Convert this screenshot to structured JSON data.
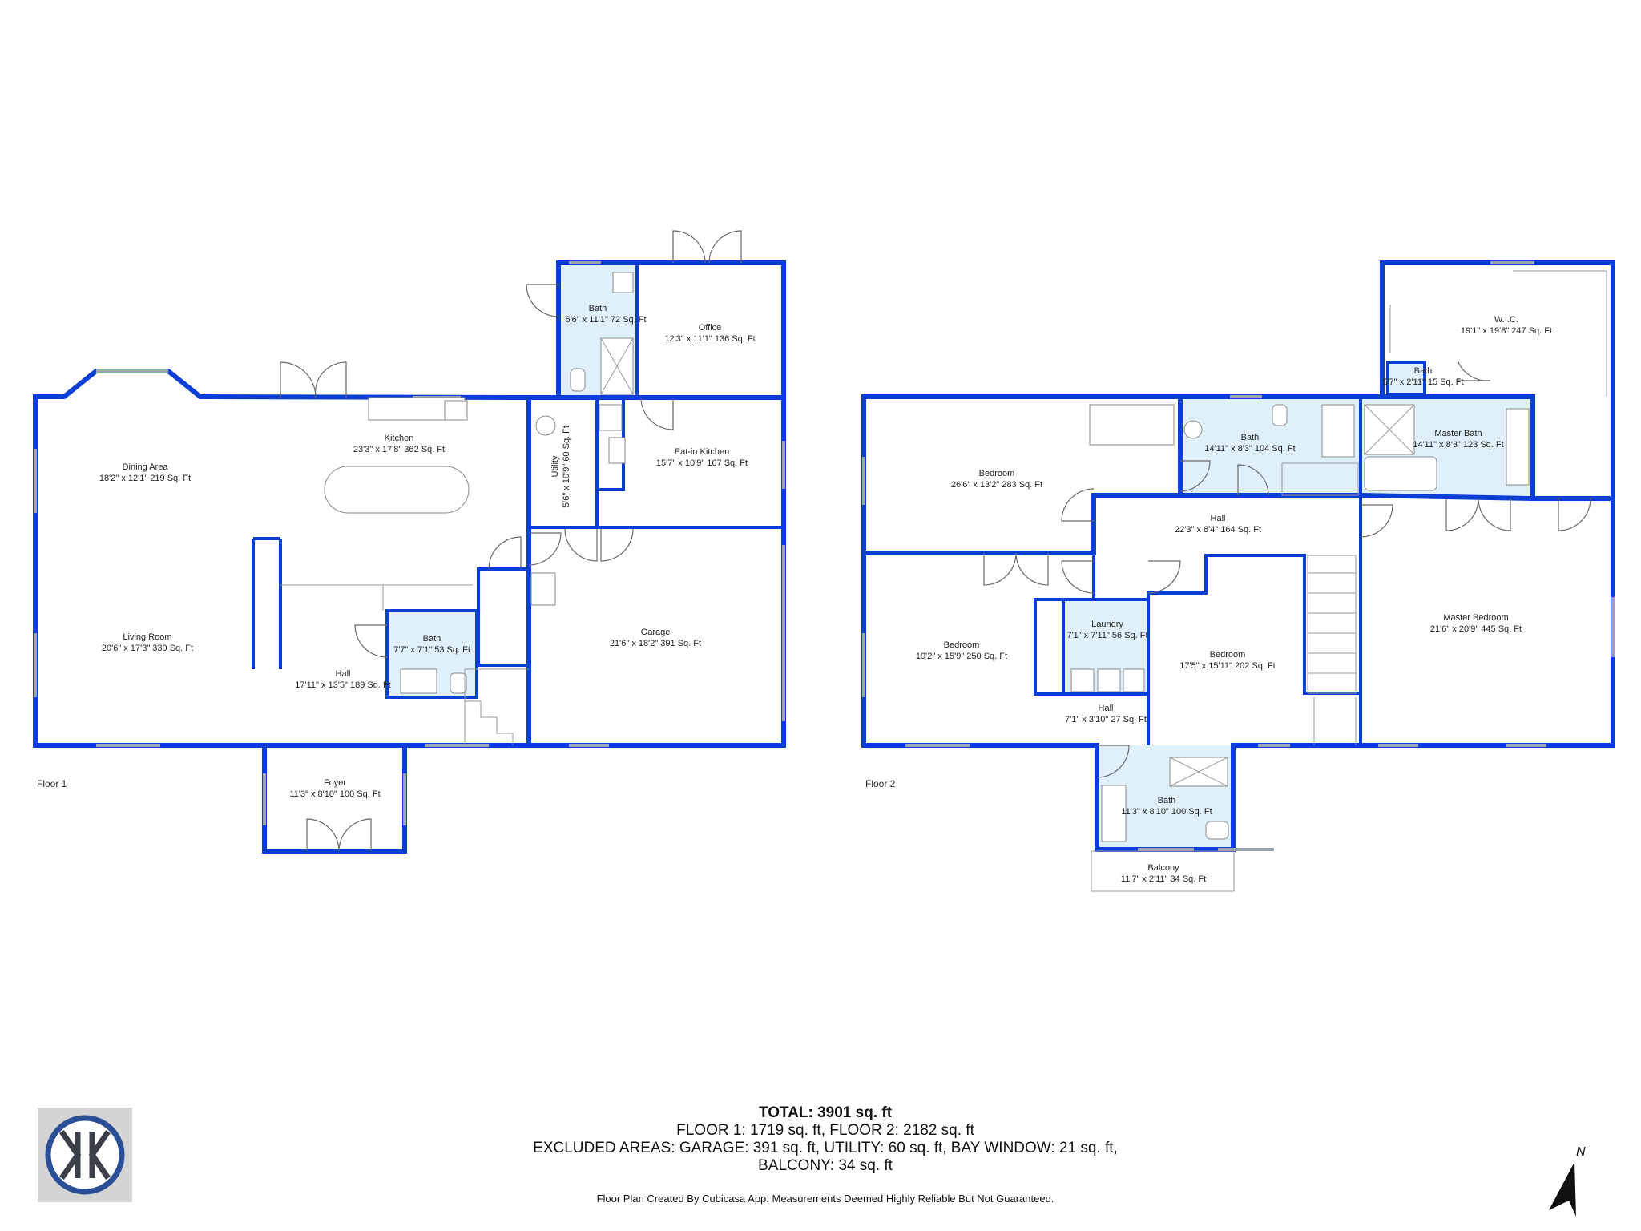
{
  "floors": [
    {
      "key": "floor1",
      "label": "Floor 1"
    },
    {
      "key": "floor2",
      "label": "Floor 2"
    }
  ],
  "rooms": {
    "f1_bath_upper": {
      "name": "Bath",
      "dims": "6'6\" x 11'1\" 72 Sq. Ft"
    },
    "f1_office": {
      "name": "Office",
      "dims": "12'3\" x 11'1\" 136 Sq. Ft"
    },
    "f1_dining": {
      "name": "Dining Area",
      "dims": "18'2\" x 12'1\" 219 Sq. Ft"
    },
    "f1_kitchen": {
      "name": "Kitchen",
      "dims": "23'3\" x 17'8\" 362 Sq. Ft"
    },
    "f1_utility": {
      "name": "Utility",
      "dims": "5'6\" x 10'9\" 60 Sq. Ft"
    },
    "f1_eatin": {
      "name": "Eat-in Kitchen",
      "dims": "15'7\" x 10'9\" 167 Sq. Ft"
    },
    "f1_living": {
      "name": "Living Room",
      "dims": "20'6\" x 17'3\" 339 Sq. Ft"
    },
    "f1_bath_lower": {
      "name": "Bath",
      "dims": "7'7\" x 7'1\" 53 Sq. Ft"
    },
    "f1_hall": {
      "name": "Hall",
      "dims": "17'11\" x 13'5\" 189 Sq. Ft"
    },
    "f1_garage": {
      "name": "Garage",
      "dims": "21'6\" x 18'2\" 391 Sq. Ft"
    },
    "f1_foyer": {
      "name": "Foyer",
      "dims": "11'3\" x 8'10\" 100 Sq. Ft"
    },
    "f2_wic": {
      "name": "W.I.C.",
      "dims": "19'1\" x 19'8\" 247 Sq. Ft"
    },
    "f2_bath_small": {
      "name": "Bath",
      "dims": "5'7\" x 2'11\" 15 Sq. Ft"
    },
    "f2_bedroom_a": {
      "name": "Bedroom",
      "dims": "26'6\" x 13'2\" 283 Sq. Ft"
    },
    "f2_bath_mid": {
      "name": "Bath",
      "dims": "14'11\" x 8'3\" 104 Sq. Ft"
    },
    "f2_master_bath": {
      "name": "Master Bath",
      "dims": "14'11\" x 8'3\" 123 Sq. Ft"
    },
    "f2_hall_main": {
      "name": "Hall",
      "dims": "22'3\" x 8'4\" 164 Sq. Ft"
    },
    "f2_laundry": {
      "name": "Laundry",
      "dims": "7'1\" x 7'11\" 56 Sq. Ft"
    },
    "f2_bedroom_b": {
      "name": "Bedroom",
      "dims": "19'2\" x 15'9\" 250 Sq. Ft"
    },
    "f2_bedroom_c": {
      "name": "Bedroom",
      "dims": "17'5\" x 15'11\" 202 Sq. Ft"
    },
    "f2_master_bedroom": {
      "name": "Master Bedroom",
      "dims": "21'6\" x 20'9\" 445 Sq. Ft"
    },
    "f2_hall_small": {
      "name": "Hall",
      "dims": "7'1\" x 3'10\" 27 Sq. Ft"
    },
    "f2_bath_lower": {
      "name": "Bath",
      "dims": "11'3\" x 8'10\" 100 Sq. Ft"
    },
    "f2_balcony": {
      "name": "Balcony",
      "dims": "11'7\" x 2'11\" 34 Sq. Ft"
    }
  },
  "summary": {
    "total": "TOTAL: 3901 sq. ft",
    "floors": "FLOOR 1: 1719 sq. ft, FLOOR 2: 2182 sq. ft",
    "excluded": "EXCLUDED AREAS: GARAGE: 391 sq. ft, UTILITY: 60 sq. ft, BAY WINDOW: 21 sq. ft,",
    "balcony": "BALCONY: 34 sq. ft"
  },
  "disclaimer": "Floor Plan Created By Cubicasa App. Measurements Deemed Highly Reliable But Not Guaranteed.",
  "compass_label": "N",
  "colors": {
    "wall": "#0b3ed6",
    "bath_fill": "#dff0fb"
  },
  "icons": {
    "logo": "cubicasa-logo-icon",
    "compass": "north-arrow-icon"
  }
}
